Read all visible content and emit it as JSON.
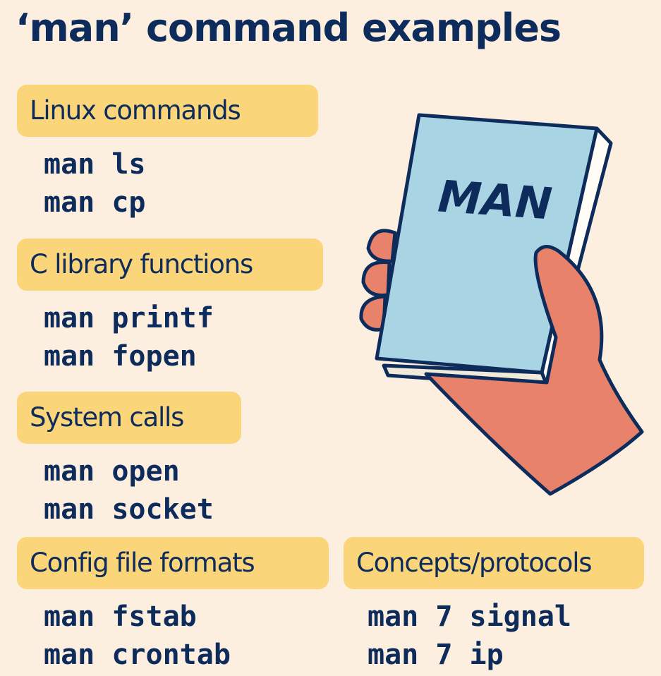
{
  "title": "‘man’ command examples",
  "book_label": "MAN",
  "sections": [
    {
      "heading": "Linux commands",
      "commands": [
        "man ls",
        "man cp"
      ]
    },
    {
      "heading": "C library functions",
      "commands": [
        "man printf",
        "man fopen"
      ]
    },
    {
      "heading": "System calls",
      "commands": [
        "man open",
        "man socket"
      ]
    },
    {
      "heading": "Config file formats",
      "commands": [
        "man fstab",
        "man crontab"
      ]
    },
    {
      "heading": "Concepts/protocols",
      "commands": [
        "man 7 signal",
        "man 7 ip"
      ]
    }
  ],
  "colors": {
    "background": "#fcefe0",
    "text": "#0d2b5b",
    "pill": "#fbd57a",
    "book_cover": "#a9d4e3",
    "hand": "#e9826a"
  },
  "icons": [
    "hand-holding-book-illustration"
  ]
}
